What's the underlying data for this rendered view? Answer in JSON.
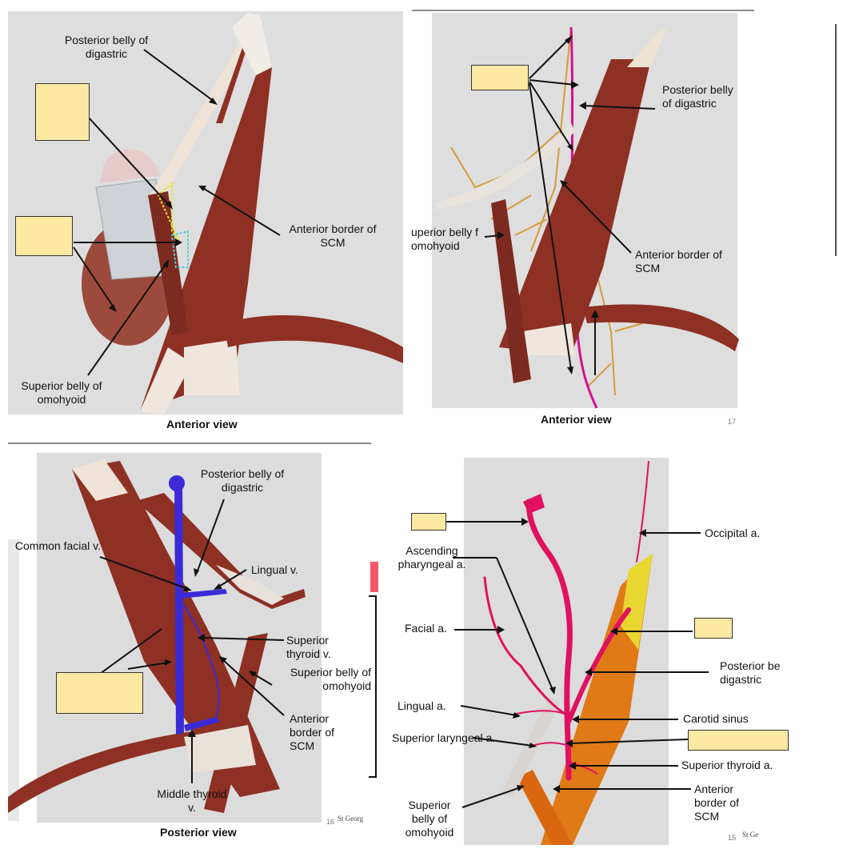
{
  "panel_tl": {
    "labels": {
      "posterior_belly": "Posterior belly of digastric",
      "anterior_border": "Anterior border of SCM",
      "superior_belly": "Superior belly of omohyoid"
    },
    "caption": "Anterior view"
  },
  "panel_tr": {
    "labels": {
      "posterior_belly": "Posterior belly of digastric",
      "superior_belly": "uperior belly f omohyoid",
      "anterior_border": "Anterior border of SCM"
    },
    "caption": "Anterior view",
    "page_number": "17"
  },
  "panel_bl": {
    "labels": {
      "posterior_belly": "Posterior belly of digastric",
      "common_facial": "Common facial v.",
      "lingual": "Lingual v.",
      "superior_thyroid": "Superior thyroid v.",
      "superior_belly": "Superior belly of omohyoid",
      "anterior_border": "Anterior border of SCM",
      "middle_thyroid": "Middle thyroid v."
    },
    "caption": "Posterior view",
    "page_number": "16",
    "logo": "St Georg"
  },
  "panel_br": {
    "labels": {
      "occipital": "Occipital a.",
      "ascending_pharyngeal": "Ascending pharyngeal a.",
      "facial": "Facial a.",
      "posterior_belly": "Posterior be digastric",
      "lingual": "Lingual a.",
      "carotid_sinus": "Carotid sinus",
      "superior_laryngeal": "Superior laryngeal a.",
      "superior_thyroid": "Superior thyroid a.",
      "superior_belly": "Superior belly of omohyoid",
      "anterior_border": "Anterior border of SCM"
    },
    "page_number": "15",
    "logo": "St Ge"
  },
  "colors": {
    "background": "#dcdcdc",
    "muscle": "#8e3024",
    "answer_box": "#fde9a2",
    "vein": "#3a2bd6",
    "artery": "#e0115f",
    "nerve": "#d59a3c",
    "orange_muscle": "#e07a17"
  }
}
